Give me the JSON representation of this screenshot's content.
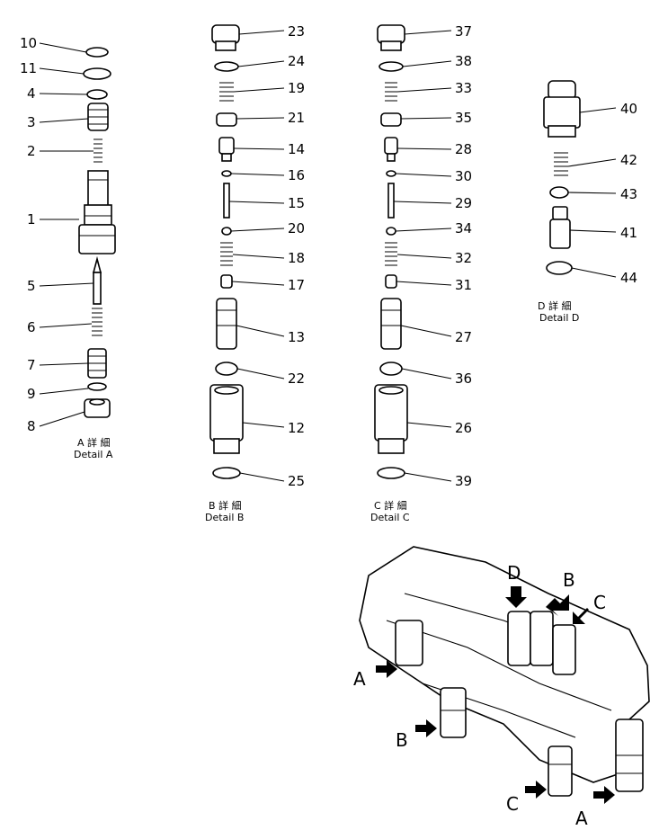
{
  "detail_a": {
    "caption_jp": "A 詳 細",
    "caption_en": "Detail  A",
    "labels": [
      "10",
      "11",
      "4",
      "3",
      "2",
      "1",
      "5",
      "6",
      "7",
      "9",
      "8"
    ]
  },
  "detail_b": {
    "caption_jp": "B 詳 細",
    "caption_en": "Detail  B",
    "labels": [
      "23",
      "24",
      "19",
      "21",
      "14",
      "16",
      "15",
      "20",
      "18",
      "17",
      "13",
      "22",
      "12",
      "25"
    ]
  },
  "detail_c": {
    "caption_jp": "C 詳 細",
    "caption_en": "Detail  C",
    "labels": [
      "37",
      "38",
      "33",
      "35",
      "28",
      "30",
      "29",
      "34",
      "32",
      "31",
      "27",
      "36",
      "26",
      "39"
    ]
  },
  "detail_d": {
    "caption_jp": "D 詳 細",
    "caption_en": "Detail  D",
    "labels": [
      "40",
      "42",
      "43",
      "41",
      "44"
    ]
  },
  "assembly": {
    "callouts": [
      "D",
      "B",
      "C",
      "A",
      "B",
      "C",
      "A"
    ]
  }
}
